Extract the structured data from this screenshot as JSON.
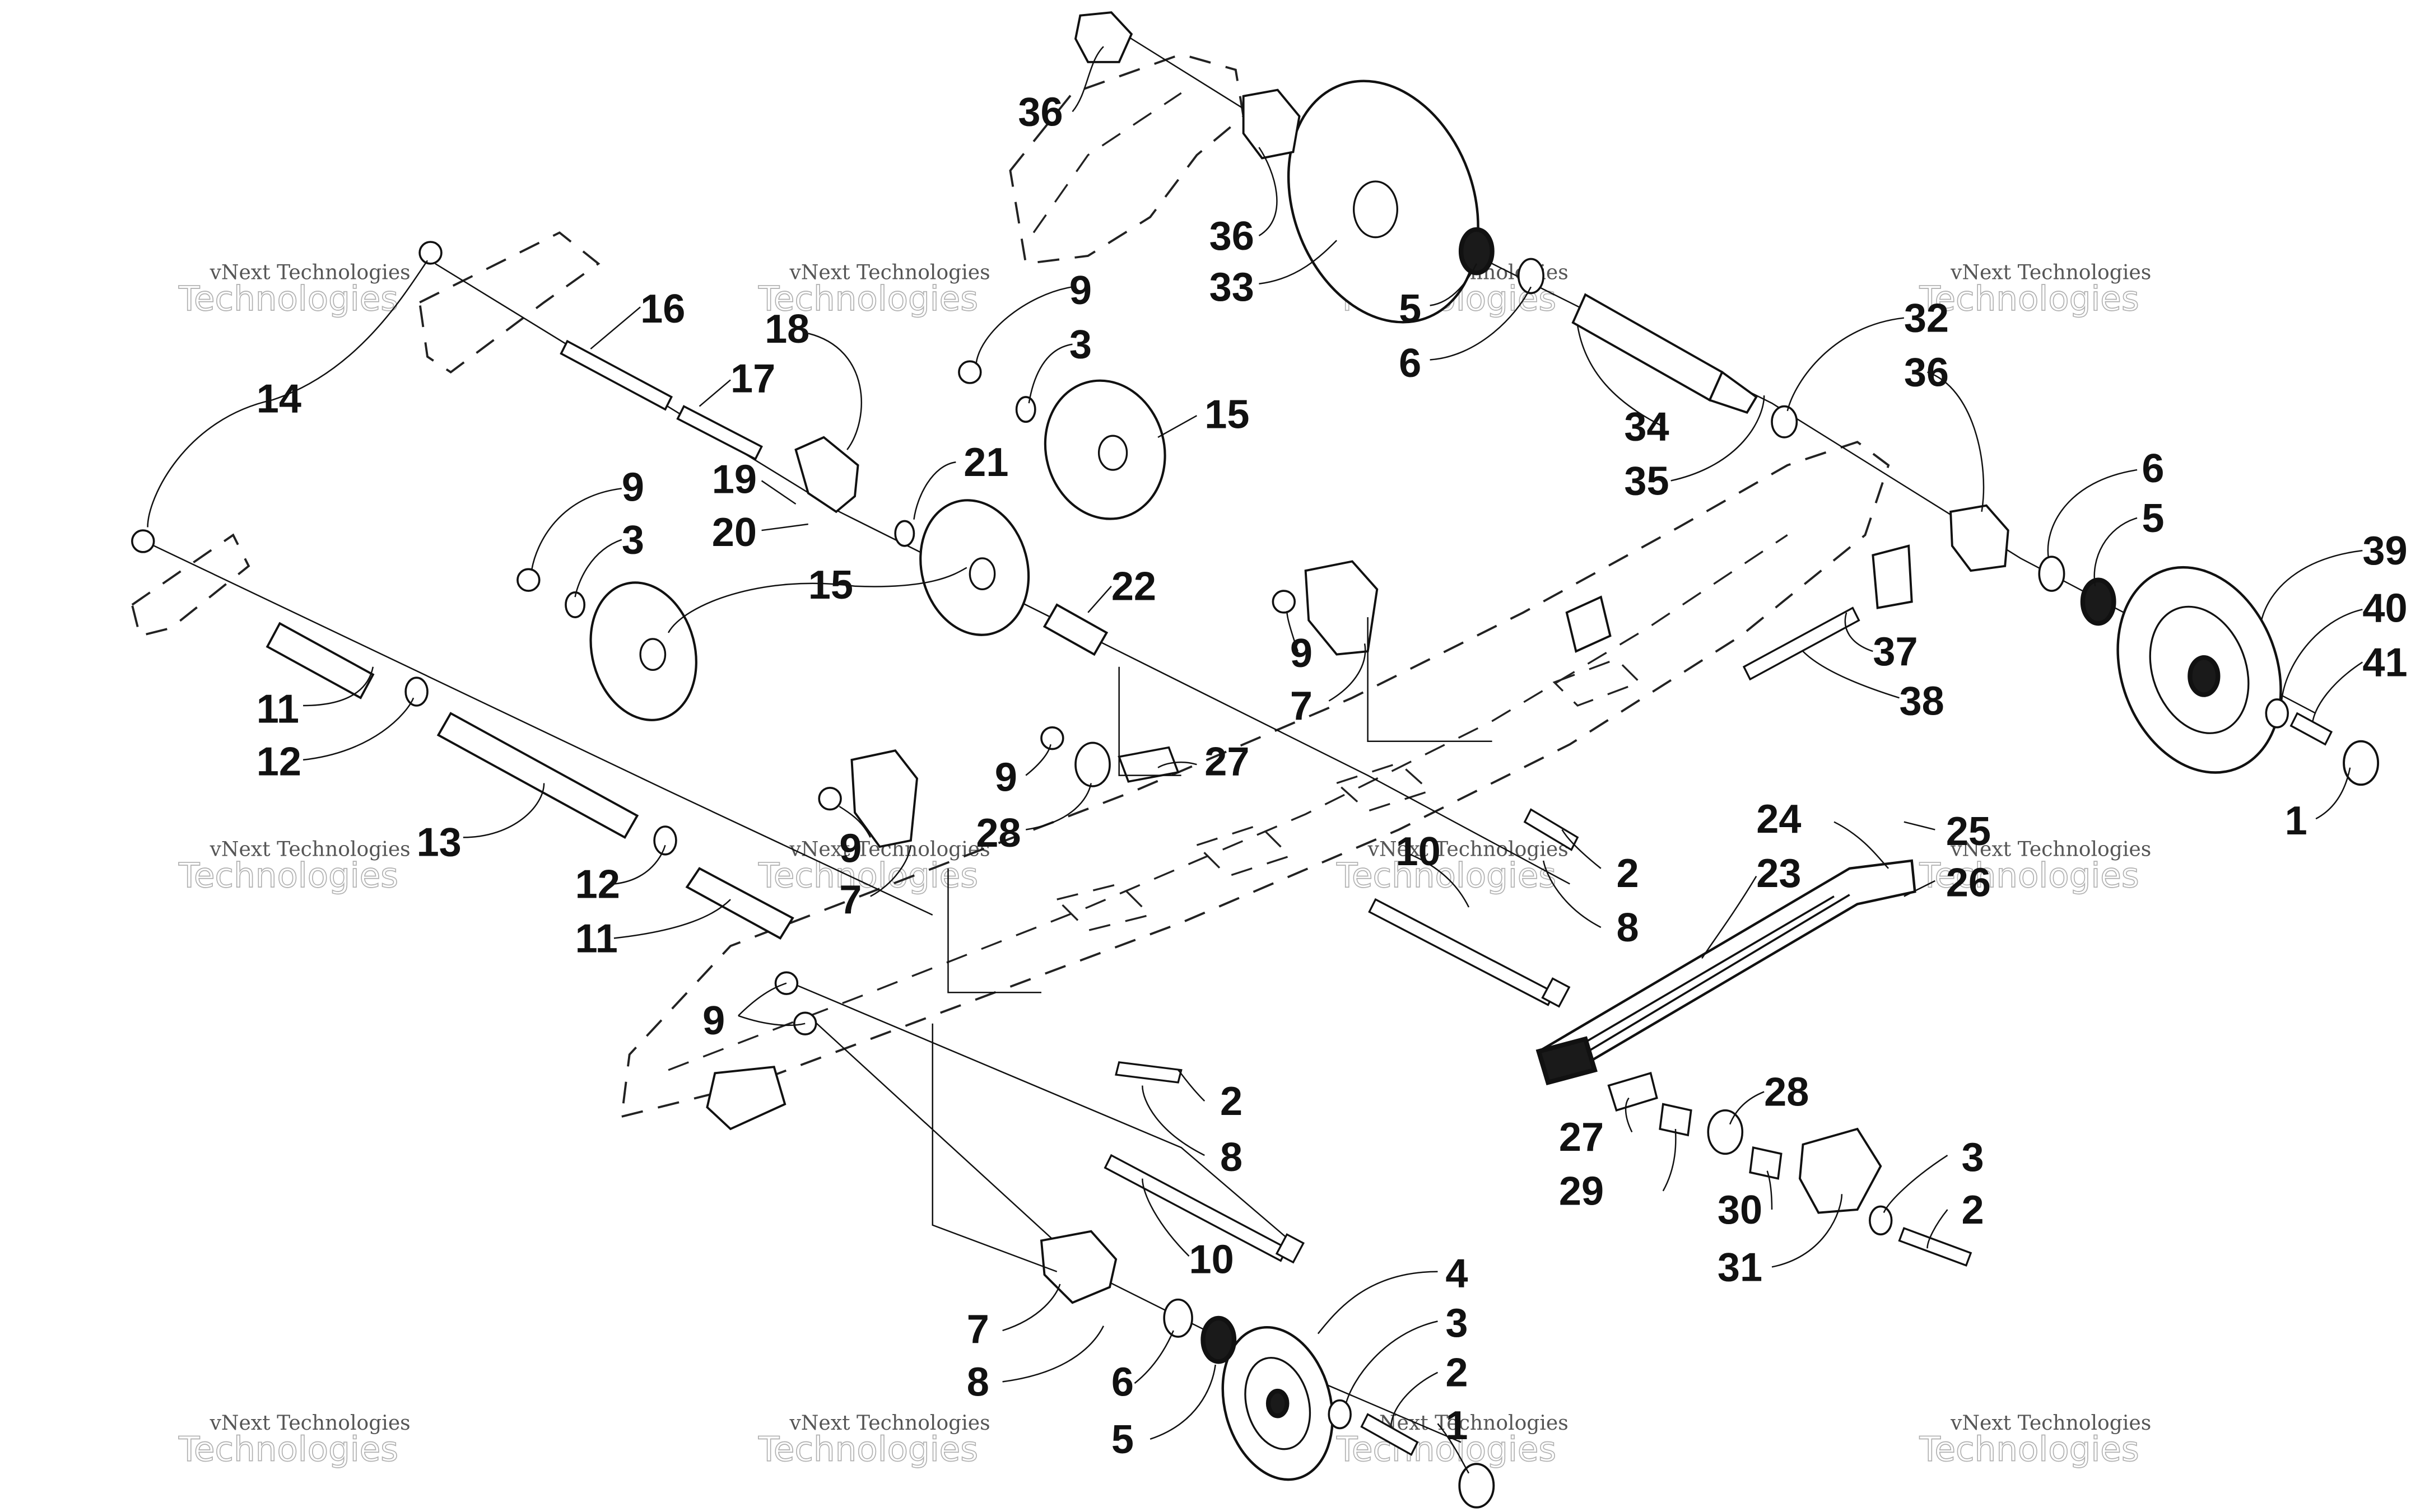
{
  "callouts": [
    {
      "label": "36"
    },
    {
      "label": "36"
    },
    {
      "label": "33"
    },
    {
      "label": "5"
    },
    {
      "label": "6"
    },
    {
      "label": "16"
    },
    {
      "label": "17"
    },
    {
      "label": "18"
    },
    {
      "label": "14"
    },
    {
      "label": "19"
    },
    {
      "label": "20"
    },
    {
      "label": "21"
    },
    {
      "label": "9"
    },
    {
      "label": "3"
    },
    {
      "label": "15"
    },
    {
      "label": "32"
    },
    {
      "label": "36"
    },
    {
      "label": "34"
    },
    {
      "label": "35"
    },
    {
      "label": "6"
    },
    {
      "label": "5"
    },
    {
      "label": "39"
    },
    {
      "label": "40"
    },
    {
      "label": "41"
    },
    {
      "label": "1"
    },
    {
      "label": "9"
    },
    {
      "label": "3"
    },
    {
      "label": "15"
    },
    {
      "label": "22"
    },
    {
      "label": "11"
    },
    {
      "label": "12"
    },
    {
      "label": "13"
    },
    {
      "label": "12"
    },
    {
      "label": "11"
    },
    {
      "label": "9"
    },
    {
      "label": "7"
    },
    {
      "label": "37"
    },
    {
      "label": "38"
    },
    {
      "label": "9"
    },
    {
      "label": "28"
    },
    {
      "label": "27"
    },
    {
      "label": "9"
    },
    {
      "label": "7"
    },
    {
      "label": "10"
    },
    {
      "label": "2"
    },
    {
      "label": "8"
    },
    {
      "label": "24"
    },
    {
      "label": "23"
    },
    {
      "label": "25"
    },
    {
      "label": "26"
    },
    {
      "label": "9"
    },
    {
      "label": "2"
    },
    {
      "label": "8"
    },
    {
      "label": "10"
    },
    {
      "label": "28"
    },
    {
      "label": "27"
    },
    {
      "label": "29"
    },
    {
      "label": "30"
    },
    {
      "label": "31"
    },
    {
      "label": "3"
    },
    {
      "label": "2"
    },
    {
      "label": "4"
    },
    {
      "label": "3"
    },
    {
      "label": "2"
    },
    {
      "label": "1"
    },
    {
      "label": "7"
    },
    {
      "label": "8"
    },
    {
      "label": "6"
    },
    {
      "label": "5"
    }
  ],
  "watermark": {
    "line1": "vNext Technologies",
    "line2": "Technologies"
  }
}
